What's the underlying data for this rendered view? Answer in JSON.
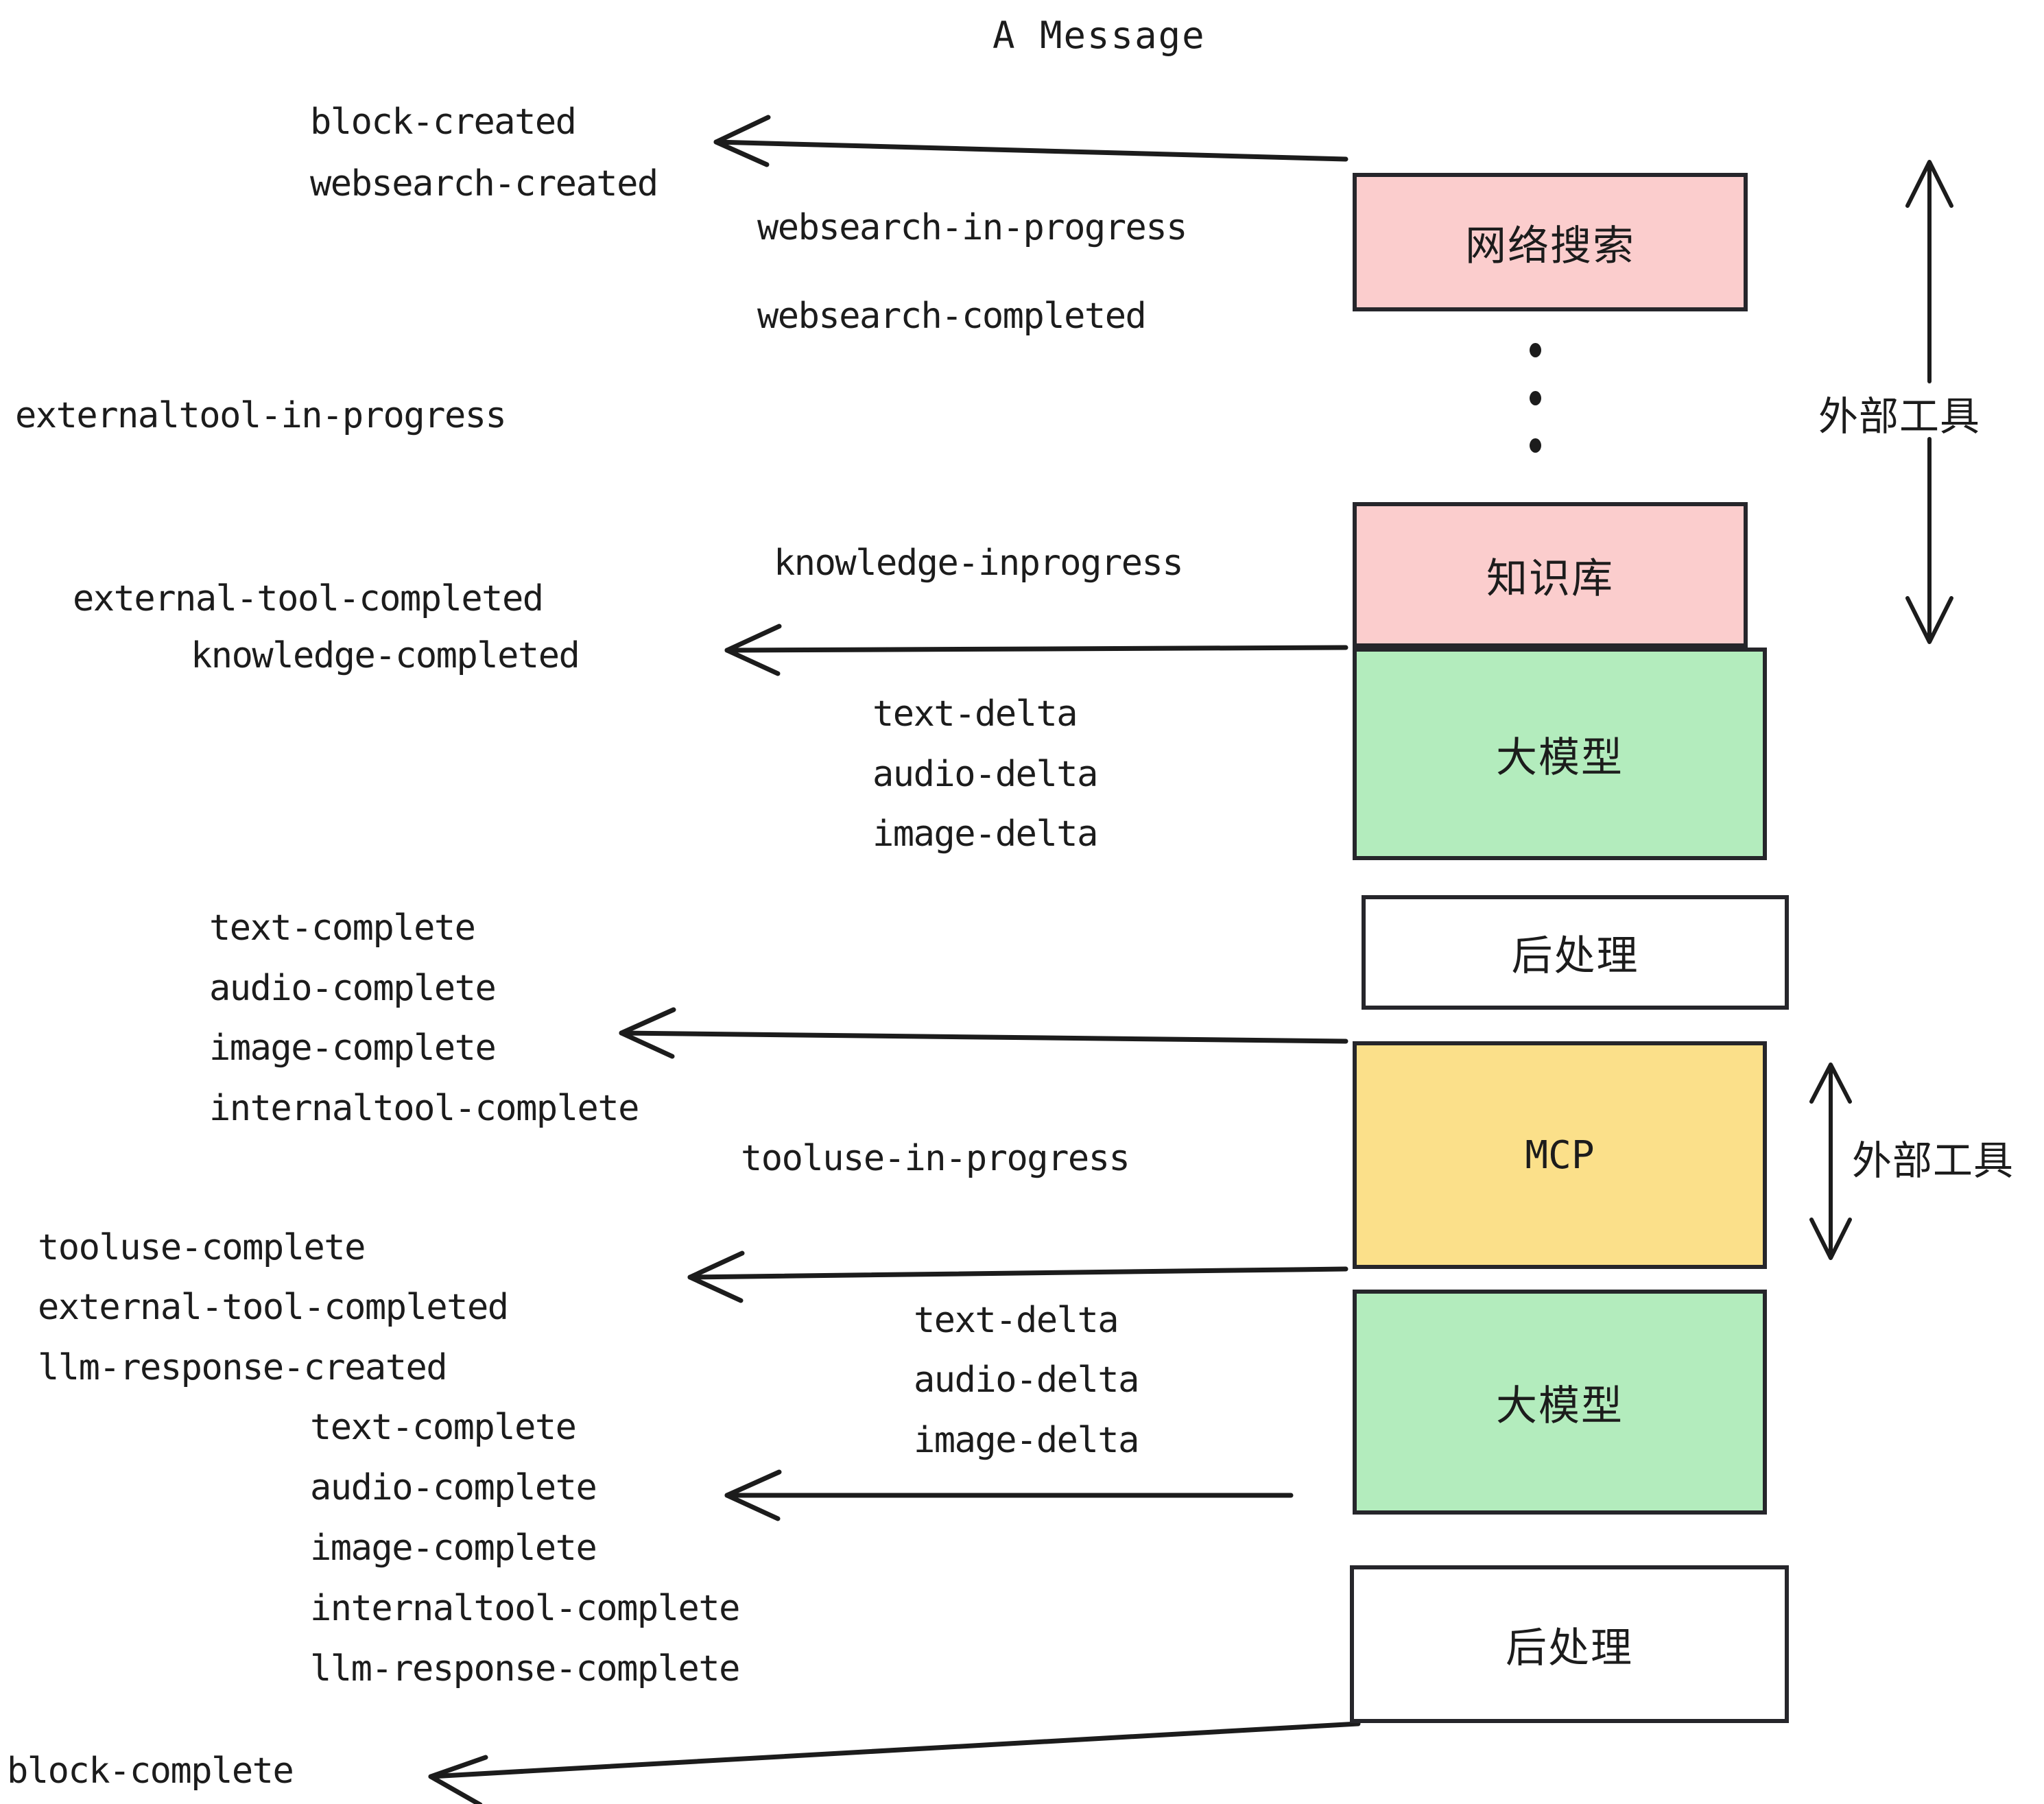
{
  "title": "A Message",
  "nodes": [
    {
      "id": "websearch",
      "label": "网络搜索",
      "fill": "#fbcdcd",
      "type": "cjk"
    },
    {
      "id": "knowledge",
      "label": "知识库",
      "fill": "#fbcdcd",
      "type": "cjk"
    },
    {
      "id": "llm-top",
      "label": "大模型",
      "fill": "#b3ecbd",
      "type": "cjk"
    },
    {
      "id": "post-top",
      "label": "后处理",
      "fill": "#ffffff",
      "type": "cjk"
    },
    {
      "id": "mcp",
      "label": "MCP",
      "fill": "#fbe08a",
      "type": "mono"
    },
    {
      "id": "llm-bottom",
      "label": "大模型",
      "fill": "#b3ecbd",
      "type": "cjk"
    },
    {
      "id": "post-bottom",
      "label": "后处理",
      "fill": "#ffffff",
      "type": "cjk"
    }
  ],
  "group_labels": [
    {
      "id": "external-tools-top",
      "label": "外部工具"
    },
    {
      "id": "external-tools-bottom",
      "label": "外部工具"
    }
  ],
  "events": {
    "block_created": "block-created",
    "websearch_created": "websearch-created",
    "websearch_in_progress": "websearch-in-progress",
    "websearch_completed": "websearch-completed",
    "externaltool_in_progress": "externaltool-in-progress",
    "knowledge_inprogress": "knowledge-inprogress",
    "external_tool_completed_1": "external-tool-completed",
    "knowledge_completed": "knowledge-completed",
    "text_delta_1": "text-delta",
    "audio_delta_1": "audio-delta",
    "image_delta_1": "image-delta",
    "text_complete_1": "text-complete",
    "audio_complete_1": "audio-complete",
    "image_complete_1": "image-complete",
    "internaltool_complete_1": "internaltool-complete",
    "tooluse_in_progress": "tooluse-in-progress",
    "tooluse_complete": "tooluse-complete",
    "external_tool_completed_2": "external-tool-completed",
    "llm_response_created": "llm-response-created",
    "text_delta_2": "text-delta",
    "audio_delta_2": "audio-delta",
    "image_delta_2": "image-delta",
    "text_complete_2": "text-complete",
    "audio_complete_2": "audio-complete",
    "image_complete_2": "image-complete",
    "internaltool_complete_2": "internaltool-complete",
    "llm_response_complete": "llm-response-complete",
    "block_complete": "block-complete"
  },
  "colors": {
    "pink": "#fbcdcd",
    "green": "#b3ecbd",
    "yellow": "#fbe08a",
    "white": "#ffffff",
    "stroke": "#26262b",
    "text": "#1c1c1c"
  }
}
